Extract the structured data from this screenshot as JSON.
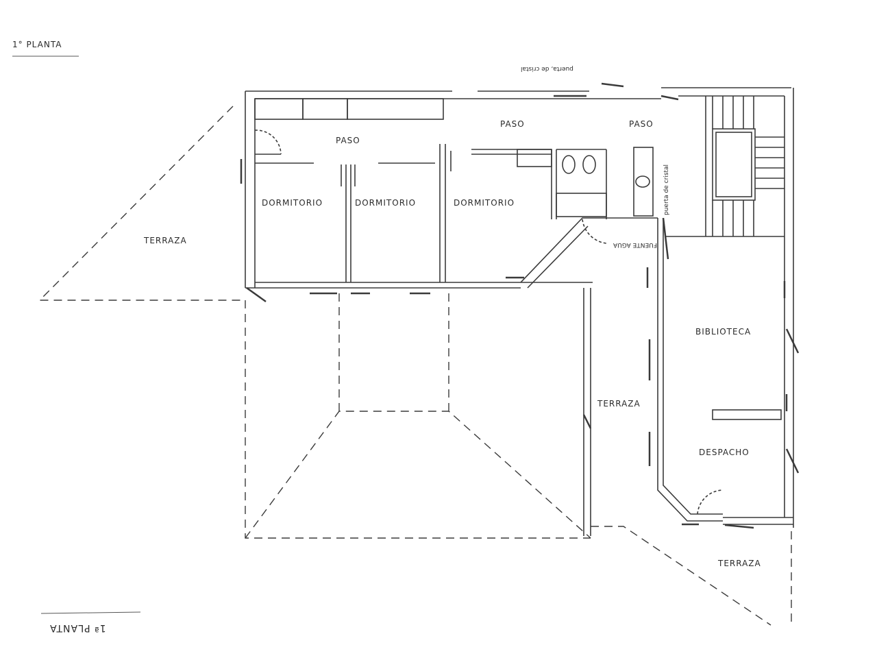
{
  "header": {
    "title": "1° PLANTA",
    "title_flipped": "1ª PLANTA"
  },
  "rooms": {
    "paso_1": "PASO",
    "paso_2": "PASO",
    "paso_3": "PASO",
    "dormitorio_1": "DORMITORIO",
    "dormitorio_2": "DORMITORIO",
    "dormitorio_3": "DORMITORIO",
    "terraza_left": "TERRAZA",
    "terraza_center": "TERRAZA",
    "terraza_bottom_right": "TERRAZA",
    "biblioteca": "BIBLIOTECA",
    "despacho": "DESPACHO",
    "fuente": "FUENTE AGUA",
    "notes": {
      "puerta_top": "puerta, de cristal",
      "puerta_right": "puerta de cristal"
    }
  },
  "colors": {
    "line": "#3a3a3a",
    "background": "#ffffff"
  }
}
